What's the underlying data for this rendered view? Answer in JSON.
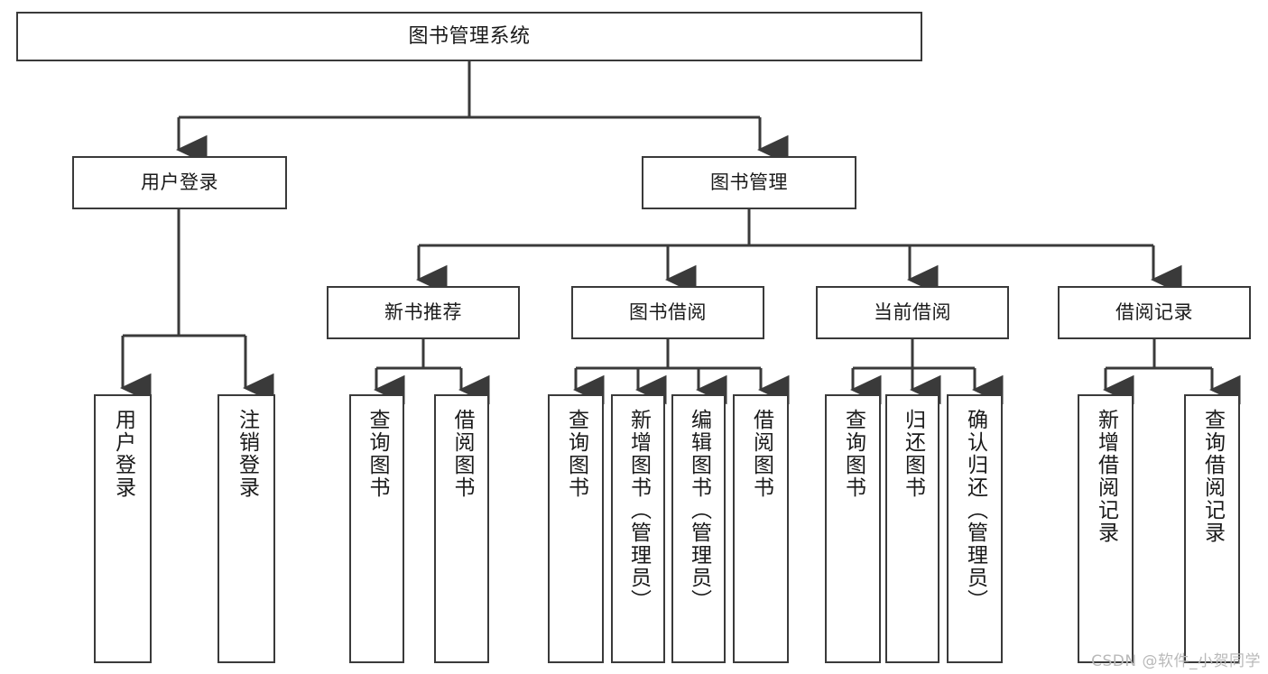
{
  "diagram": {
    "title": "图书管理系统",
    "type": "tree",
    "root": {
      "label": "图书管理系统"
    },
    "level2": [
      {
        "label": "用户登录"
      },
      {
        "label": "图书管理"
      }
    ],
    "level3": [
      {
        "label": "新书推荐"
      },
      {
        "label": "图书借阅"
      },
      {
        "label": "当前借阅"
      },
      {
        "label": "借阅记录"
      }
    ],
    "leaves": {
      "user_login": [
        {
          "label": "用户登录"
        },
        {
          "label": "注销登录"
        }
      ],
      "new_book_recommend": [
        {
          "label": "查询图书"
        },
        {
          "label": "借阅图书"
        }
      ],
      "book_borrow": [
        {
          "label": "查询图书"
        },
        {
          "label": "新增图书（管理员）"
        },
        {
          "label": "编辑图书（管理员）"
        },
        {
          "label": "借阅图书"
        }
      ],
      "current_borrow": [
        {
          "label": "查询图书"
        },
        {
          "label": "归还图书"
        },
        {
          "label": "确认归还（管理员）"
        }
      ],
      "borrow_record": [
        {
          "label": "新增借阅记录"
        },
        {
          "label": "查询借阅记录"
        }
      ]
    }
  },
  "watermark": {
    "text": "CSDN @软件_小贺同学"
  },
  "colors": {
    "stroke": "#3a3a3a",
    "fill": "#ffffff",
    "text": "#1a1a1a",
    "watermark": "#b9b9b9"
  }
}
